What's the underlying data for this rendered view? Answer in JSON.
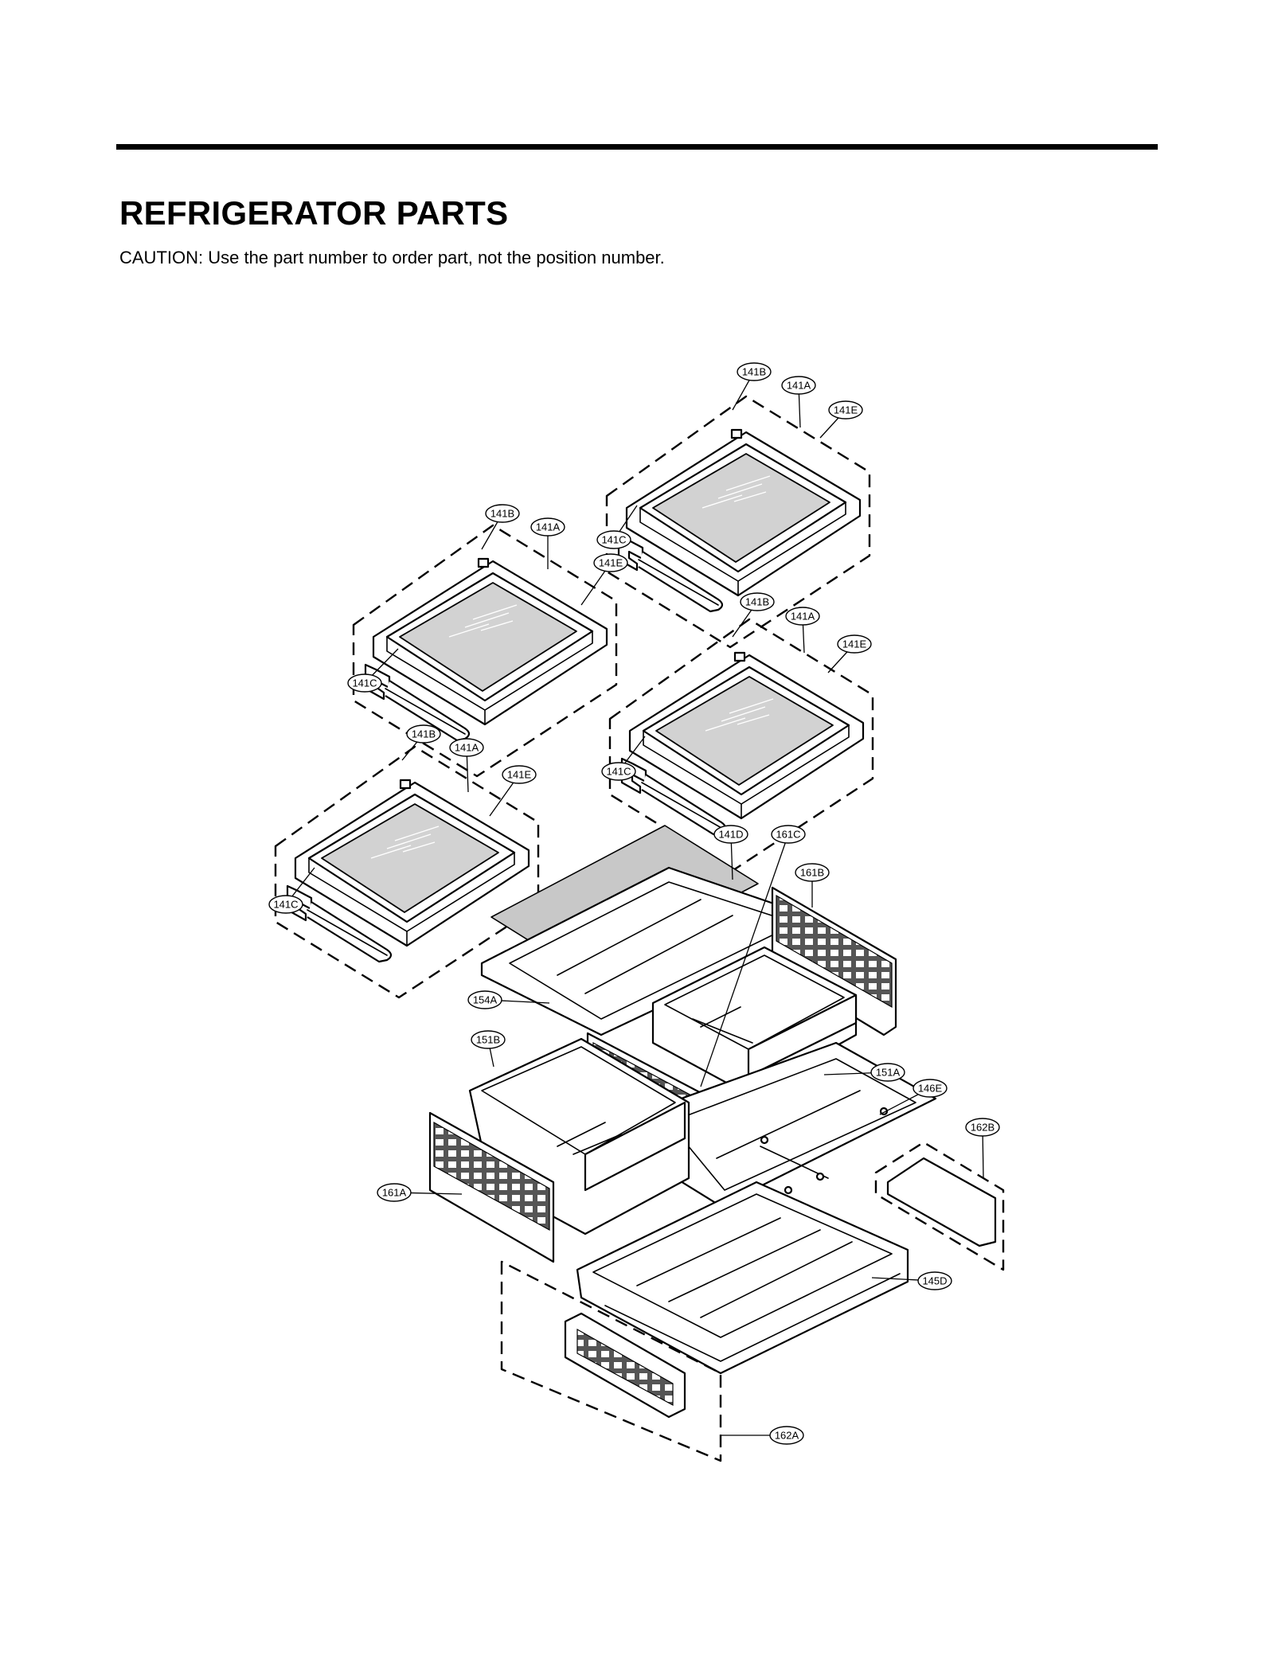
{
  "page": {
    "title": "REFRIGERATOR PARTS",
    "caution": "CAUTION: Use the part number to order part, not the position number."
  },
  "callouts": [
    {
      "label": "141B"
    },
    {
      "label": "141A"
    },
    {
      "label": "141E"
    },
    {
      "label": "141C"
    },
    {
      "label": "141B"
    },
    {
      "label": "141A"
    },
    {
      "label": "141E"
    },
    {
      "label": "141C"
    },
    {
      "label": "141B"
    },
    {
      "label": "141A"
    },
    {
      "label": "141E"
    },
    {
      "label": "141C"
    },
    {
      "label": "141B"
    },
    {
      "label": "141A"
    },
    {
      "label": "141E"
    },
    {
      "label": "141C"
    },
    {
      "label": "141D"
    },
    {
      "label": "161C"
    },
    {
      "label": "161B"
    },
    {
      "label": "154A"
    },
    {
      "label": "151B"
    },
    {
      "label": "151A"
    },
    {
      "label": "146E"
    },
    {
      "label": "162B"
    },
    {
      "label": "161A"
    },
    {
      "label": "145D"
    },
    {
      "label": "162A"
    }
  ]
}
